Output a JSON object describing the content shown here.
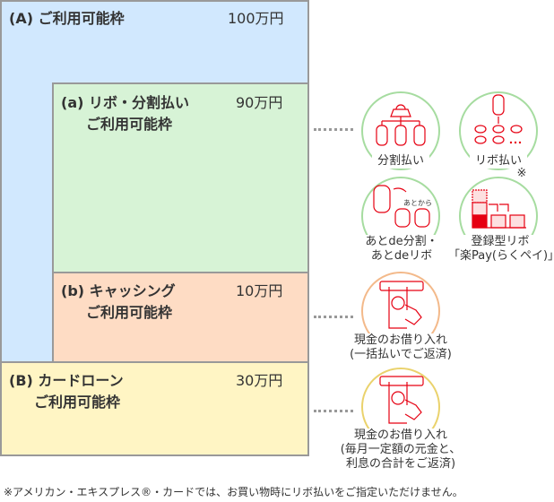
{
  "limits": {
    "A": {
      "label": "(A) ご利用可能枠",
      "amount": "100万円"
    },
    "a": {
      "label1": "(a) リボ・分割払い",
      "label2": "ご利用可能枠",
      "amount": "90万円"
    },
    "b": {
      "label1": "(b) キャッシング",
      "label2": "ご利用可能枠",
      "amount": "10万円"
    },
    "B": {
      "label1": "(B) カードローン",
      "label2": "ご利用可能枠",
      "amount": "30万円"
    }
  },
  "methods": {
    "installment": "分割払い",
    "revolving": "リボ払い",
    "revolving_mark": "※",
    "atode_1": "あとde分割・",
    "atode_2": "あとdeリボ",
    "atokara": "あとから",
    "raku_1": "登録型リボ",
    "raku_2": "「楽Pay(らくペイ)」",
    "cash1_1": "現金のお借り入れ",
    "cash1_2": "(一括払いでご返済)",
    "cash2_1": "現金のお借り入れ",
    "cash2_2": "(毎月一定額の元金と、",
    "cash2_3": "利息の合計をご返済)"
  },
  "footnote": "※アメリカン・エキスプレス®・カードでは、お買い物時にリボ払いをご指定いただけません。",
  "colors": {
    "A": "#d1e8fe",
    "a": "#d7f3d6",
    "b": "#fedcc4",
    "B": "#fff5c4",
    "icon": "#e60012"
  }
}
